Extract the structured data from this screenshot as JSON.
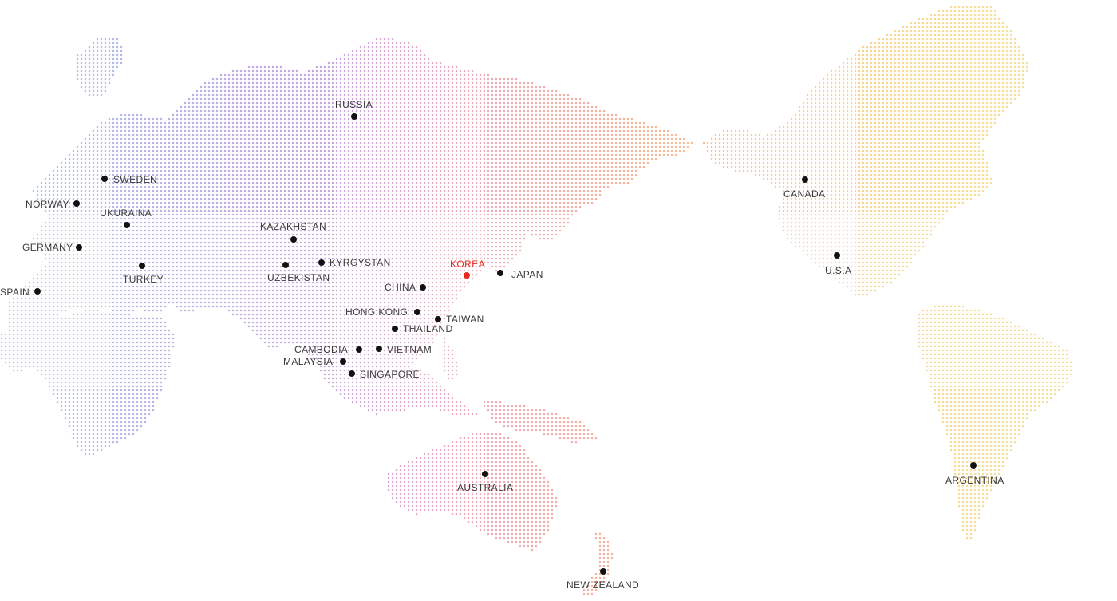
{
  "map": {
    "highlight_color": "#e8261d",
    "marker_color": "#111111",
    "label_color": "#3a3a3a",
    "dot_gradient": [
      "#a7cbe6",
      "#b9b4e6",
      "#c3a6e2",
      "#eeaab8",
      "#f3b69c",
      "#f6cf9a",
      "#f6dc98",
      "#f5e3a1"
    ],
    "countries": [
      {
        "id": "russia",
        "name": "RUSSIA"
      },
      {
        "id": "sweden",
        "name": "SWEDEN"
      },
      {
        "id": "norway",
        "name": "NORWAY"
      },
      {
        "id": "ukuraina",
        "name": "UKURAINA"
      },
      {
        "id": "germany",
        "name": "GERMANY"
      },
      {
        "id": "turkey",
        "name": "TURKEY"
      },
      {
        "id": "spain",
        "name": "SPAIN"
      },
      {
        "id": "kazakhstan",
        "name": "KAZAKHSTAN"
      },
      {
        "id": "uzbekistan",
        "name": "UZBEKISTAN"
      },
      {
        "id": "kyrgystan",
        "name": "KYRGYSTAN"
      },
      {
        "id": "korea",
        "name": "KOREA",
        "highlight": true
      },
      {
        "id": "japan",
        "name": "JAPAN"
      },
      {
        "id": "china",
        "name": "CHINA"
      },
      {
        "id": "hong-kong",
        "name": "HONG KONG"
      },
      {
        "id": "taiwan",
        "name": "TAIWAN"
      },
      {
        "id": "thailand",
        "name": "THAILAND"
      },
      {
        "id": "cambodia",
        "name": "CAMBODIA"
      },
      {
        "id": "vietnam",
        "name": "VIETNAM"
      },
      {
        "id": "malaysia",
        "name": "MALAYSIA"
      },
      {
        "id": "singapore",
        "name": "SINGAPORE"
      },
      {
        "id": "australia",
        "name": "AUSTRALIA"
      },
      {
        "id": "new-zealand",
        "name": "NEW ZEALAND"
      },
      {
        "id": "canada",
        "name": "CANADA"
      },
      {
        "id": "usa",
        "name": "U.S.A"
      },
      {
        "id": "argentina",
        "name": "ARGENTINA"
      }
    ]
  }
}
